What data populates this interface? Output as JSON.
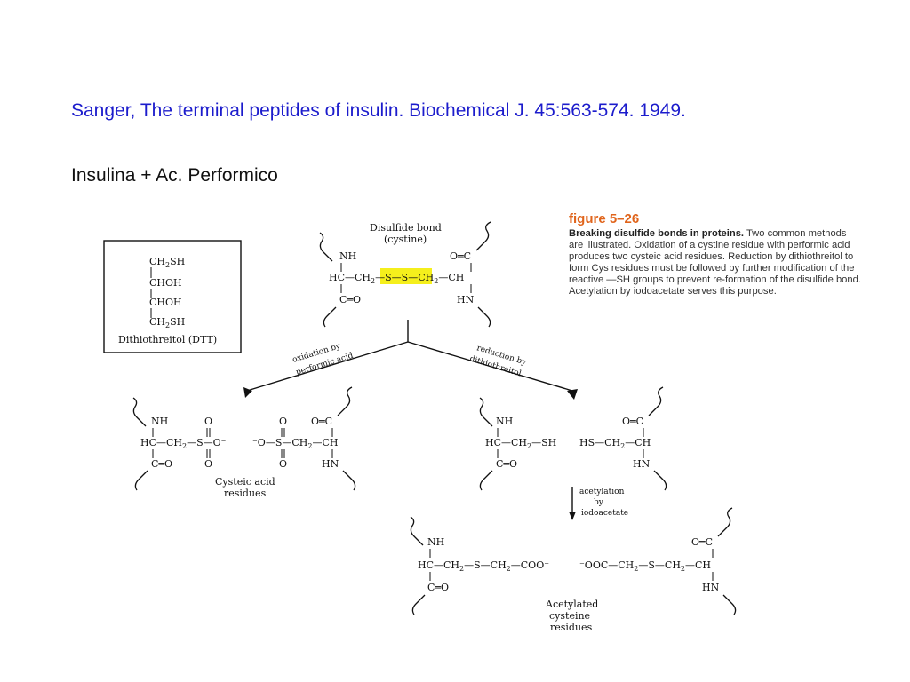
{
  "citation": "Sanger, The terminal peptides of insulin. Biochemical J. 45:563-574. 1949.",
  "subtitle": "Insulina + Ac. Performico",
  "figure": {
    "title": "figure 5–26",
    "caption_bold": "Breaking disulfide bonds in proteins.",
    "caption_rest": " Two common methods are illustrated. Oxidation of a cystine residue with performic acid produces two cysteic acid residues. Reduction by dithiothreitol to form Cys residues must be followed by further modification of the reactive —SH groups to prevent re-formation of the disulfide bond. Acetylation by iodoacetate serves this purpose."
  },
  "diagram": {
    "disulfide_label_1": "Disulfide bond",
    "disulfide_label_2": "(cystine)",
    "dtt_label": "Dithiothreitol (DTT)",
    "oxidation_label_1": "oxidation by",
    "oxidation_label_2": "performic acid",
    "reduction_label_1": "reduction by",
    "reduction_label_2": "dithiothreitol",
    "cysteic_label_1": "Cysteic acid",
    "cysteic_label_2": "residues",
    "acetylation_label_1": "acetylation",
    "acetylation_label_2": "by",
    "acetylation_label_3": "iodoacetate",
    "acetylated_label_1": "Acetylated",
    "acetylated_label_2": "cysteine",
    "acetylated_label_3": "residues"
  },
  "colors": {
    "citation": "#1c1ccc",
    "figure_title": "#e0641b",
    "highlight": "#f5ef1c"
  }
}
